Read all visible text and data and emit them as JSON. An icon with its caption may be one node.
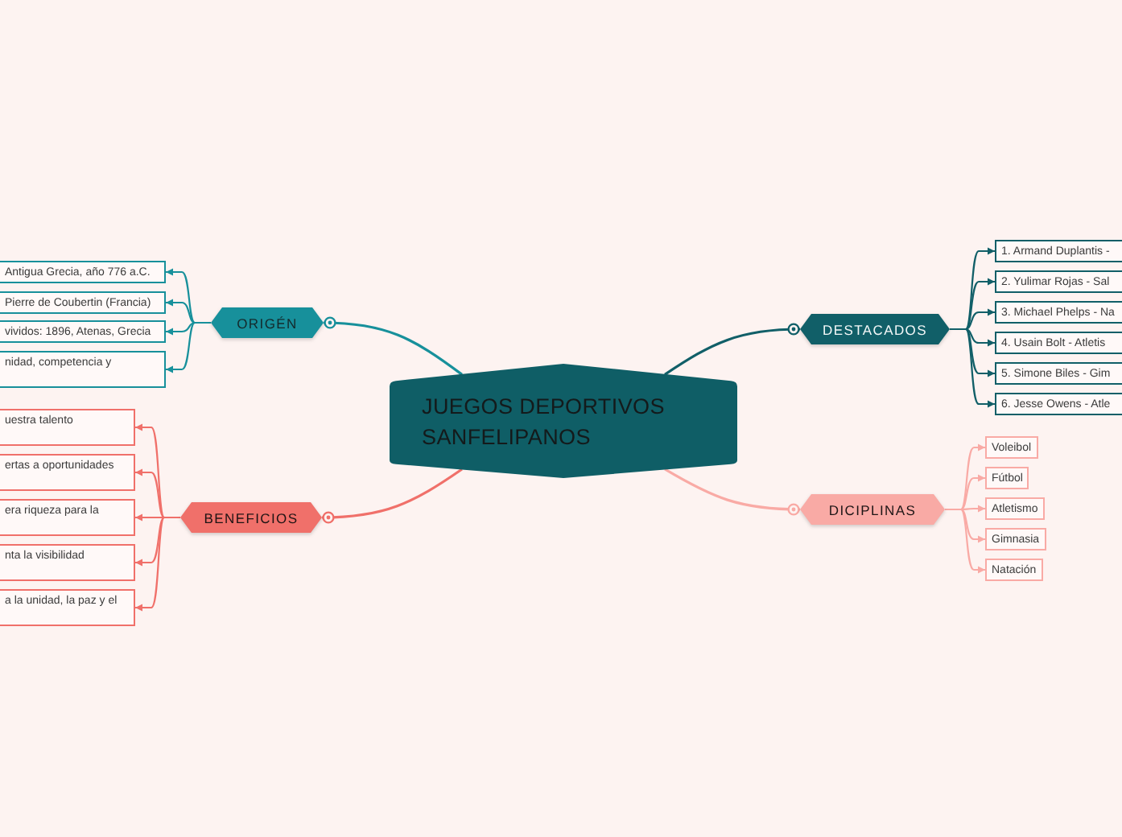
{
  "diagram": {
    "nodes": [
      {
        "text": [
          "JUEGOS DEPORTIVOS SANFELIPANOS"
        ]
      },
      {
        "text": [
          "ORIGÉN"
        ]
      },
      {
        "text": [
          "Antigua Grecia, año 776 a.C."
        ]
      },
      {
        "text": [
          "Pierre de Coubertin (Francia)"
        ]
      },
      {
        "text": [
          "vividos: 1896, Atenas, Grecia"
        ]
      },
      {
        "text": [
          "nidad, competencia y"
        ]
      },
      {
        "text": [
          "DESTACADOS"
        ]
      },
      {
        "text": [
          "1. Armand Duplantis -"
        ]
      },
      {
        "text": [
          "2. Yulimar Rojas - Sal"
        ]
      },
      {
        "text": [
          "3. Michael Phelps - Na"
        ]
      },
      {
        "text": [
          "4. Usain Bolt - Atletis"
        ]
      },
      {
        "text": [
          "5. Simone Biles - Gim"
        ]
      },
      {
        "text": [
          "6. Jesse Owens - Atle"
        ]
      },
      {
        "text": [
          "BENEFICIOS"
        ]
      },
      {
        "text": [
          "uestra talento"
        ]
      },
      {
        "text": [
          "ertas a oportunidades"
        ]
      },
      {
        "text": [
          "era riqueza para la"
        ]
      },
      {
        "text": [
          "nta la visibilidad"
        ]
      },
      {
        "text": [
          "a la unidad, la paz y el"
        ]
      },
      {
        "text": [
          "DICIPLINAS"
        ]
      },
      {
        "text": [
          "Voleibol"
        ]
      },
      {
        "text": [
          "Fútbol"
        ]
      },
      {
        "text": [
          "Atletismo"
        ]
      },
      {
        "text": [
          "Gimnasia"
        ]
      },
      {
        "text": [
          "Natación"
        ]
      }
    ],
    "edges": [
      {
        "from": 0,
        "to": 1,
        "arrow": "other",
        "color": "#17909b"
      },
      {
        "from": 0,
        "to": 6,
        "arrow": "other",
        "color": "#115f68"
      },
      {
        "from": 0,
        "to": 13,
        "arrow": "other",
        "color": "#f0706a"
      },
      {
        "from": 0,
        "to": 19,
        "arrow": "other",
        "color": "#f9aaa5"
      },
      {
        "from": 1,
        "to": 2,
        "arrow": "to",
        "color": "#17909b"
      },
      {
        "from": 1,
        "to": 3,
        "arrow": "to",
        "color": "#17909b"
      },
      {
        "from": 1,
        "to": 4,
        "arrow": "to",
        "color": "#17909b"
      },
      {
        "from": 1,
        "to": 5,
        "arrow": "to",
        "color": "#17909b"
      },
      {
        "from": 6,
        "to": 7,
        "arrow": "to",
        "color": "#115f68"
      },
      {
        "from": 6,
        "to": 8,
        "arrow": "to",
        "color": "#115f68"
      },
      {
        "from": 6,
        "to": 9,
        "arrow": "to",
        "color": "#115f68"
      },
      {
        "from": 6,
        "to": 10,
        "arrow": "to",
        "color": "#115f68"
      },
      {
        "from": 6,
        "to": 11,
        "arrow": "to",
        "color": "#115f68"
      },
      {
        "from": 6,
        "to": 12,
        "arrow": "to",
        "color": "#115f68"
      },
      {
        "from": 13,
        "to": 14,
        "arrow": "to",
        "color": "#f0706a"
      },
      {
        "from": 13,
        "to": 15,
        "arrow": "to",
        "color": "#f0706a"
      },
      {
        "from": 13,
        "to": 16,
        "arrow": "to",
        "color": "#f0706a"
      },
      {
        "from": 13,
        "to": 17,
        "arrow": "to",
        "color": "#f0706a"
      },
      {
        "from": 13,
        "to": 18,
        "arrow": "to",
        "color": "#f0706a"
      },
      {
        "from": 19,
        "to": 20,
        "arrow": "to",
        "color": "#f9aaa5"
      },
      {
        "from": 19,
        "to": 21,
        "arrow": "to",
        "color": "#f9aaa5"
      },
      {
        "from": 19,
        "to": 22,
        "arrow": "to",
        "color": "#f9aaa5"
      },
      {
        "from": 19,
        "to": 23,
        "arrow": "to",
        "color": "#f9aaa5"
      },
      {
        "from": 19,
        "to": 24,
        "arrow": "to",
        "color": "#f9aaa5"
      }
    ]
  }
}
